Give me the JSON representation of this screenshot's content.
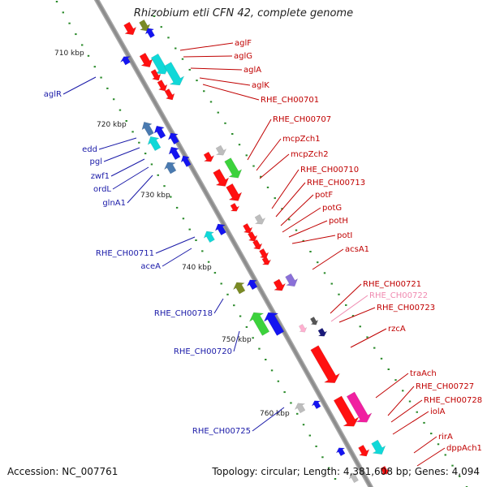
{
  "title": "Rhizobium etli CFN 42, complete genome",
  "footer": {
    "accession": "Accession: NC_007761",
    "topology": "Topology: circular; Length: 4,381,608 bp; Genes: 4,094"
  },
  "colors": {
    "backbone": "#8c8c8c",
    "forward_label": "#c00000",
    "reverse_label": "#1a1aa8",
    "highlight_label": "#f08ab0",
    "dot": "#2a8a2a",
    "red_gene": "#ff1010",
    "blue_gene": "#1414f0",
    "cyan_gene": "#10d8d8",
    "green_gene": "#3cd23c",
    "olive_gene": "#7a8a24",
    "gray_gene": "#bdbdbd",
    "darkgray_gene": "#555555",
    "navy_gene": "#1a1a7a",
    "steel_gene": "#4a7ab0",
    "purple_gene": "#8a70d8",
    "magenta_gene": "#f020a0",
    "pink_gene": "#ffb0d0"
  },
  "ticks": [
    "710 kbp",
    "720 kbp",
    "730 kbp",
    "740 kbp",
    "750 kbp",
    "760 kbp"
  ],
  "forward_labels": [
    "aglF",
    "aglG",
    "aglA",
    "aglK",
    "RHE_CH00701",
    "RHE_CH00707",
    "mcpZch1",
    "mcpZch2",
    "RHE_CH00710",
    "RHE_CH00713",
    "potF",
    "potG",
    "potH",
    "potI",
    "acsA1",
    "RHE_CH00721",
    "RHE_CH00722",
    "RHE_CH00723",
    "rzcA",
    "traAch",
    "RHE_CH00727",
    "RHE_CH00728",
    "iolA",
    "rirA",
    "dppAch1"
  ],
  "reverse_labels": [
    "aglR",
    "edd",
    "pgl",
    "zwf1",
    "ordL",
    "glnA1",
    "RHE_CH00711",
    "aceA",
    "RHE_CH00718",
    "RHE_CH00720",
    "RHE_CH00725"
  ]
}
